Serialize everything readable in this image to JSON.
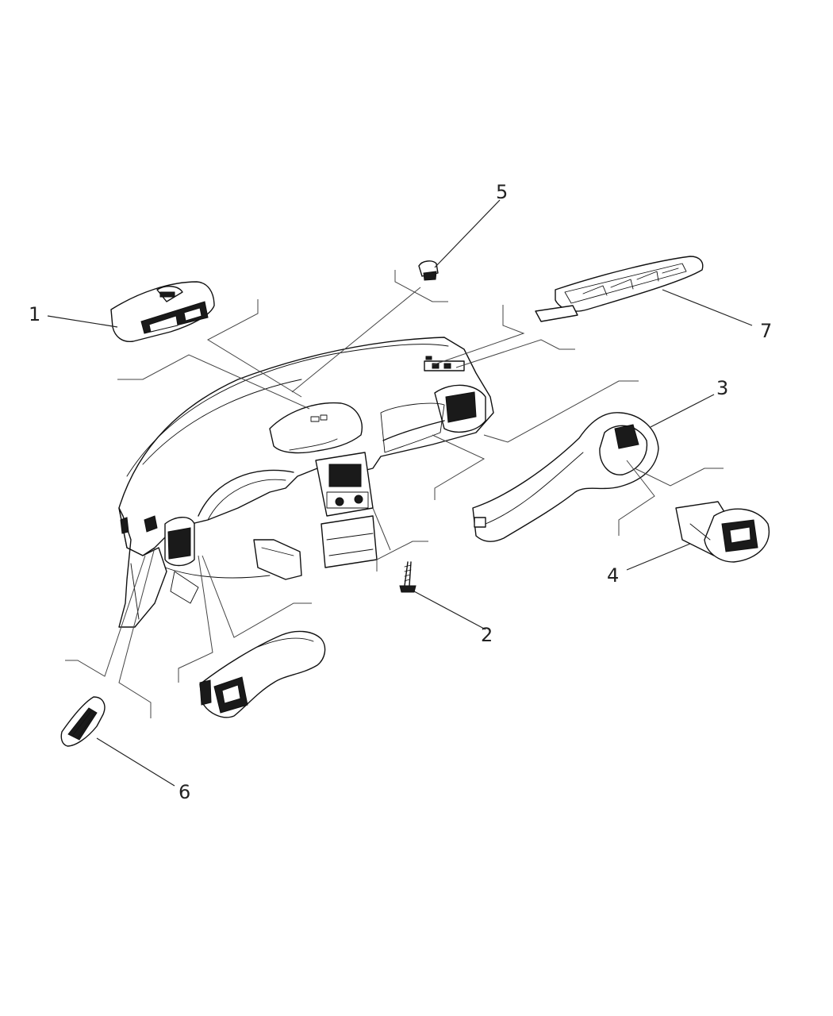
{
  "callouts": [
    {
      "id": "1",
      "label": "1",
      "part": "center-vent-bezel"
    },
    {
      "id": "2",
      "label": "2",
      "part": "screw"
    },
    {
      "id": "3",
      "label": "3",
      "part": "right-vent-duct-bezel"
    },
    {
      "id": "4",
      "label": "4",
      "part": "right-outlet-vent"
    },
    {
      "id": "5",
      "label": "5",
      "part": "sensor-clip"
    },
    {
      "id": "6",
      "label": "6",
      "part": "side-window-demister-vent"
    },
    {
      "id": "7",
      "label": "7",
      "part": "defroster-grille"
    }
  ]
}
